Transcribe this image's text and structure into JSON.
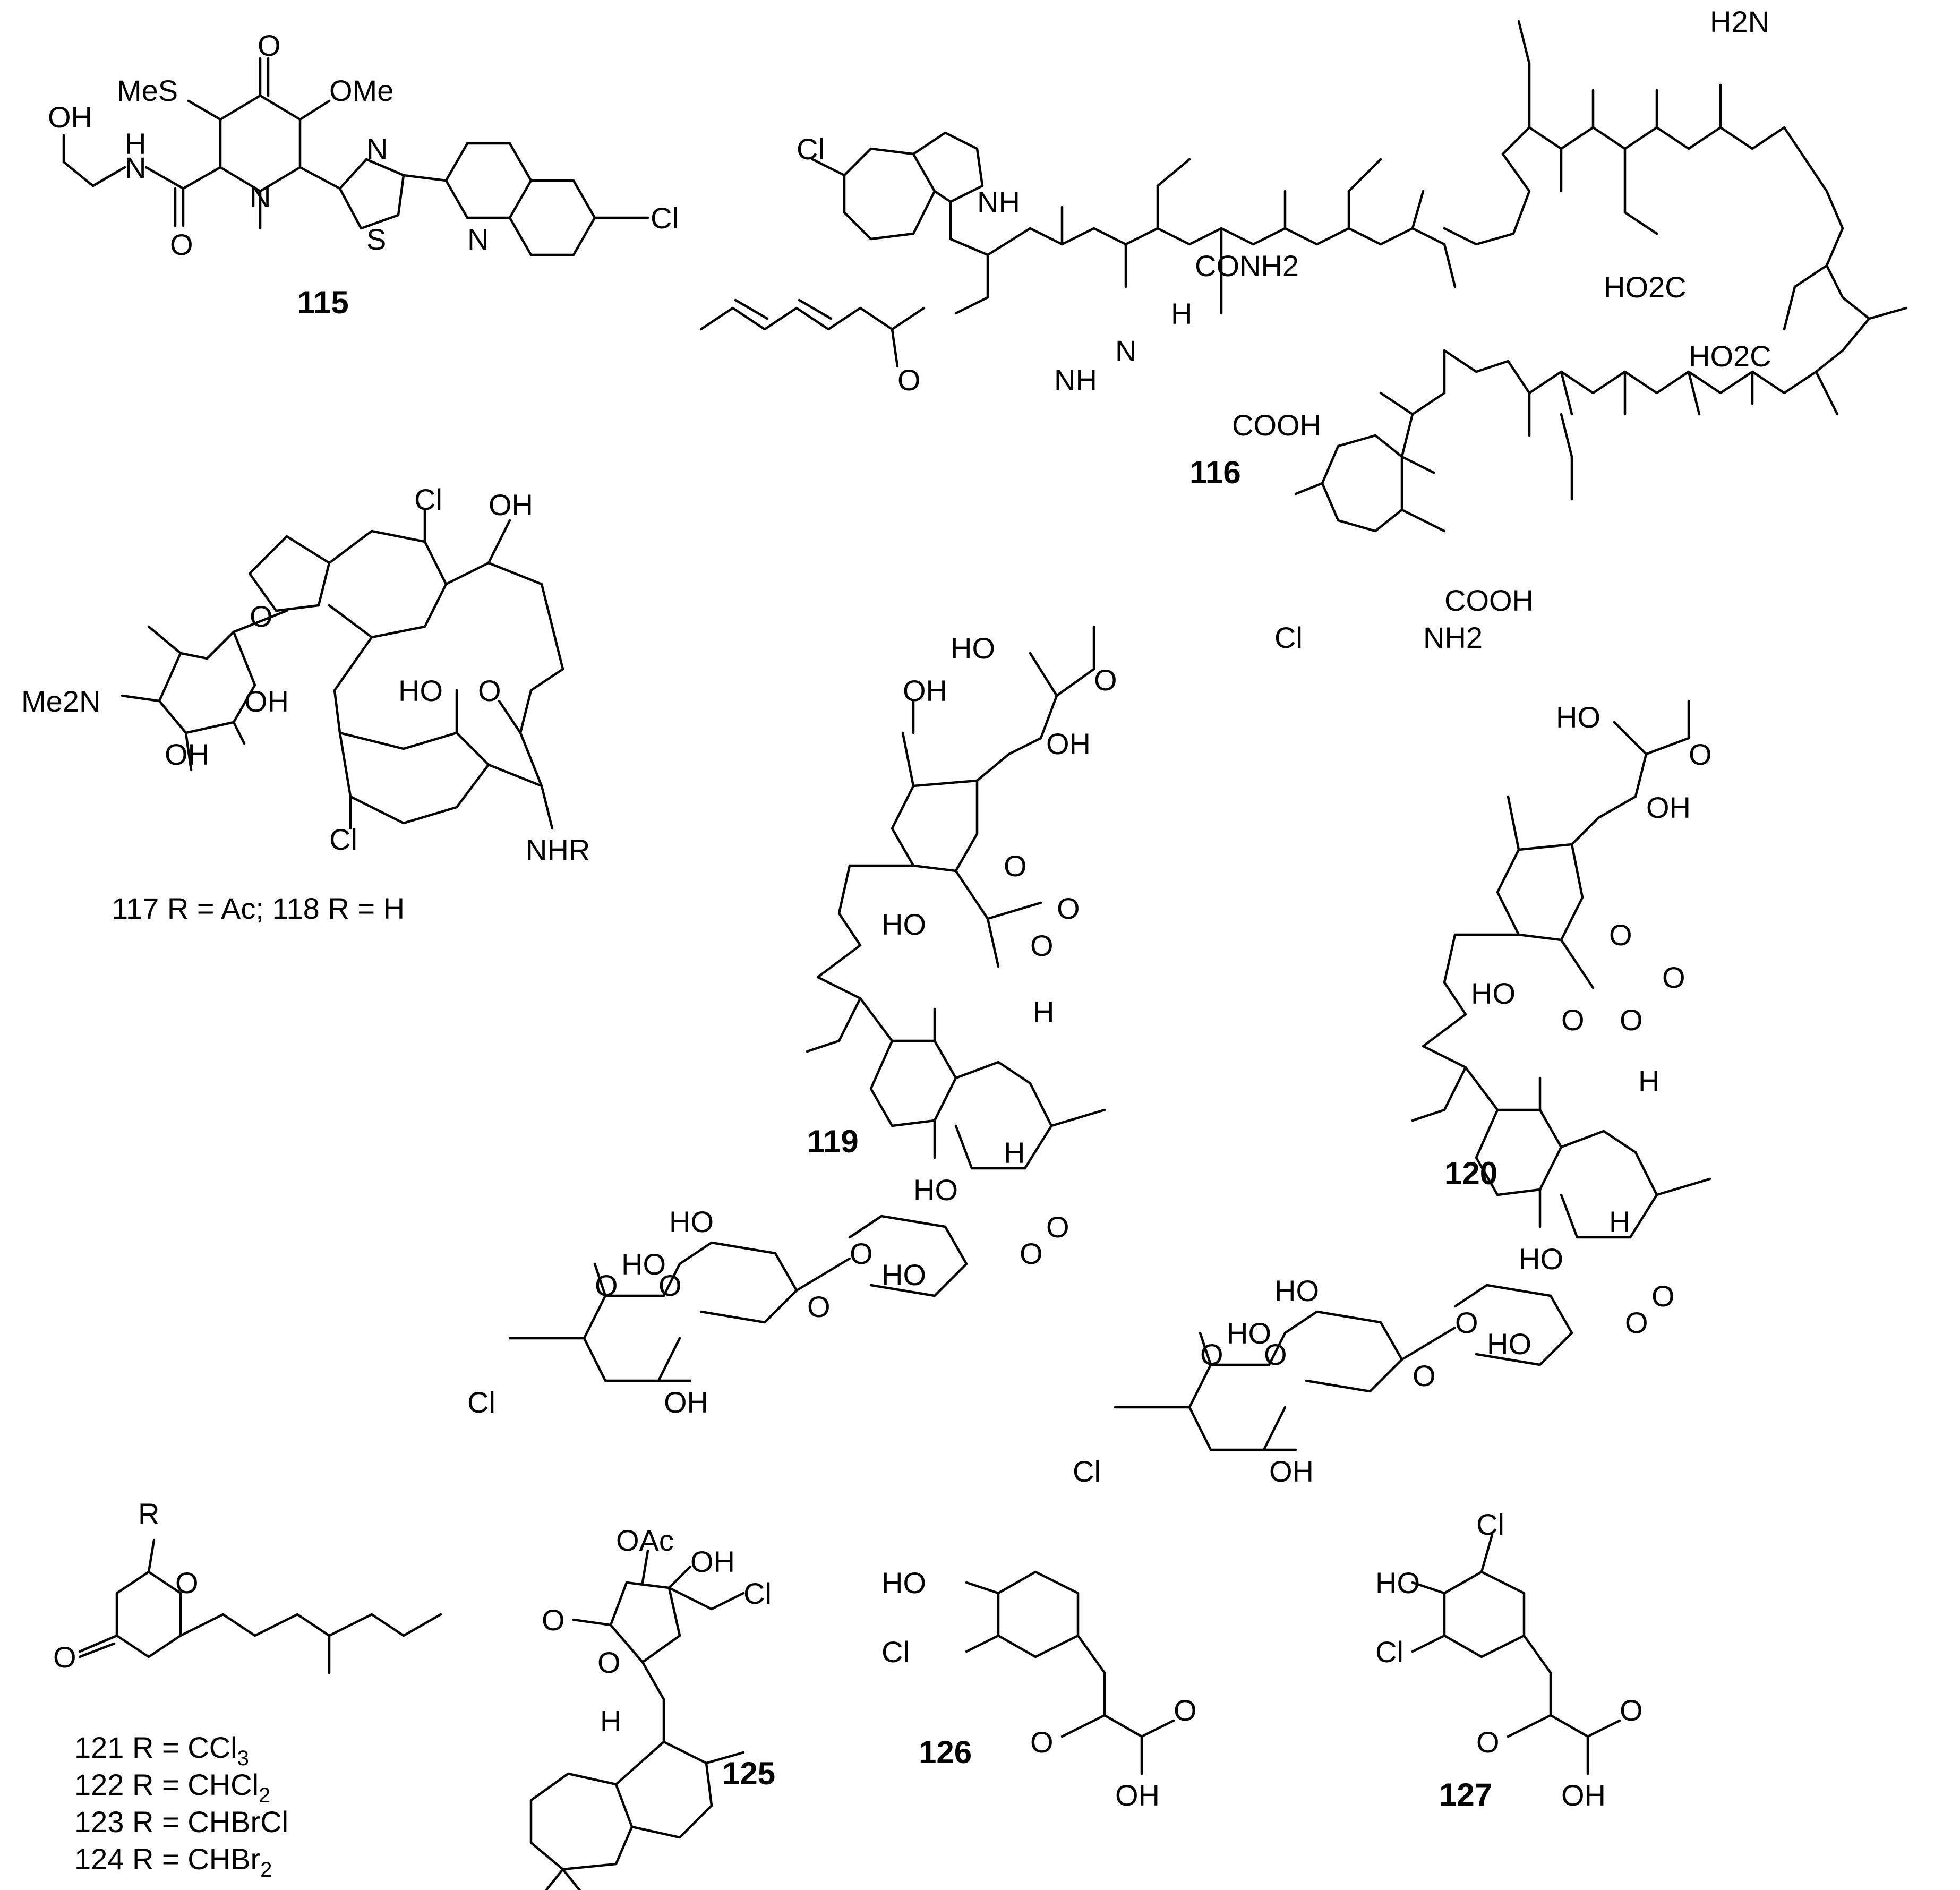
{
  "compounds": {
    "c115": {
      "number": "115",
      "labels": {
        "oxo": "O",
        "ome": "OMe",
        "mes": "MeS",
        "oh": "OH",
        "nh_h": "H",
        "nh_n": "N",
        "amide_o": "O",
        "ring_n": "N",
        "thz_n": "N",
        "thz_s": "S",
        "quin_n": "N",
        "cl": "Cl"
      }
    },
    "c116": {
      "number": "116",
      "labels": {
        "h2n": "H2N",
        "cl_indole": "Cl",
        "nh_indole": "NH",
        "conh2": "CONH2",
        "cooh1": "COOH",
        "cooh2": "COOH",
        "ho2c1": "HO2C",
        "ho2c2": "HO2C",
        "nh2": "NH2",
        "cl_aryl": "Cl",
        "nh": "NH",
        "h": "H",
        "n": "N",
        "o": "O"
      }
    },
    "c117": {
      "number_a": "117",
      "number_b": "118",
      "caption_a": " R = Ac; ",
      "caption_b": " R = H",
      "labels": {
        "cl_top": "Cl",
        "oh_top": "OH",
        "o": "O",
        "me2n": "Me2N",
        "oh1": "OH",
        "oh2": "OH",
        "ho": "HO",
        "o_ester": "O",
        "cl_bottom": "Cl",
        "nhr": "NHR"
      }
    },
    "c119": {
      "number": "119",
      "labels": {
        "ho_top": "HO",
        "o_ketone": "O",
        "oh": "OH",
        "oh_ch2": "OH",
        "ho": "HO",
        "o_lac": "O",
        "o_lac2": "O",
        "o_acyl": "O",
        "h1": "H",
        "h2": "H",
        "o_gly": "O",
        "ho_s1": "HO",
        "ho_s2": "HO",
        "ho_s3": "HO",
        "ho_s4": "HO",
        "o_ring1": "O",
        "o_ring2": "O",
        "o_link": "O",
        "o_est": "O",
        "o_est2": "O",
        "cl": "Cl",
        "oh_ar": "OH"
      }
    },
    "c120": {
      "number": "120",
      "labels": {
        "ho_top": "HO",
        "o_ketone": "O",
        "oh": "OH",
        "ho": "HO",
        "o_lac": "O",
        "o_lac2": "O",
        "o_acyl": "O",
        "o_ester_ring": "O",
        "h1": "H",
        "h2": "H",
        "o_gly": "O",
        "ho_s1": "HO",
        "ho_s2": "HO",
        "ho_s3": "HO",
        "ho_s4": "HO",
        "o_ring1": "O",
        "o_ring2": "O",
        "o_link": "O",
        "o_est": "O",
        "o_est2": "O",
        "cl": "Cl",
        "oh_ar": "OH"
      }
    },
    "c121": {
      "r": "R",
      "o_ring": "O",
      "o_keto": "O",
      "lines": [
        {
          "number": "121",
          "text": " R = CCl",
          "sub": "3"
        },
        {
          "number": "122",
          "text": " R = CHCl",
          "sub": "2"
        },
        {
          "number": "123",
          "text": " R = CHBrCl",
          "sub": ""
        },
        {
          "number": "124",
          "text": " R = CHBr",
          "sub": "2"
        }
      ]
    },
    "c125": {
      "number": "125",
      "labels": {
        "oac": "OAc",
        "oh": "OH",
        "o_carb": "O",
        "o_ring": "O",
        "cl": "Cl",
        "h": "H"
      }
    },
    "c126": {
      "number": "126",
      "labels": {
        "ho": "HO",
        "cl": "Cl",
        "o_me": "O",
        "o_acid": "O",
        "oh": "OH"
      }
    },
    "c127": {
      "number": "127",
      "labels": {
        "ho": "HO",
        "cl1": "Cl",
        "cl2": "Cl",
        "o_me": "O",
        "o_acid": "O",
        "oh": "OH"
      }
    }
  }
}
